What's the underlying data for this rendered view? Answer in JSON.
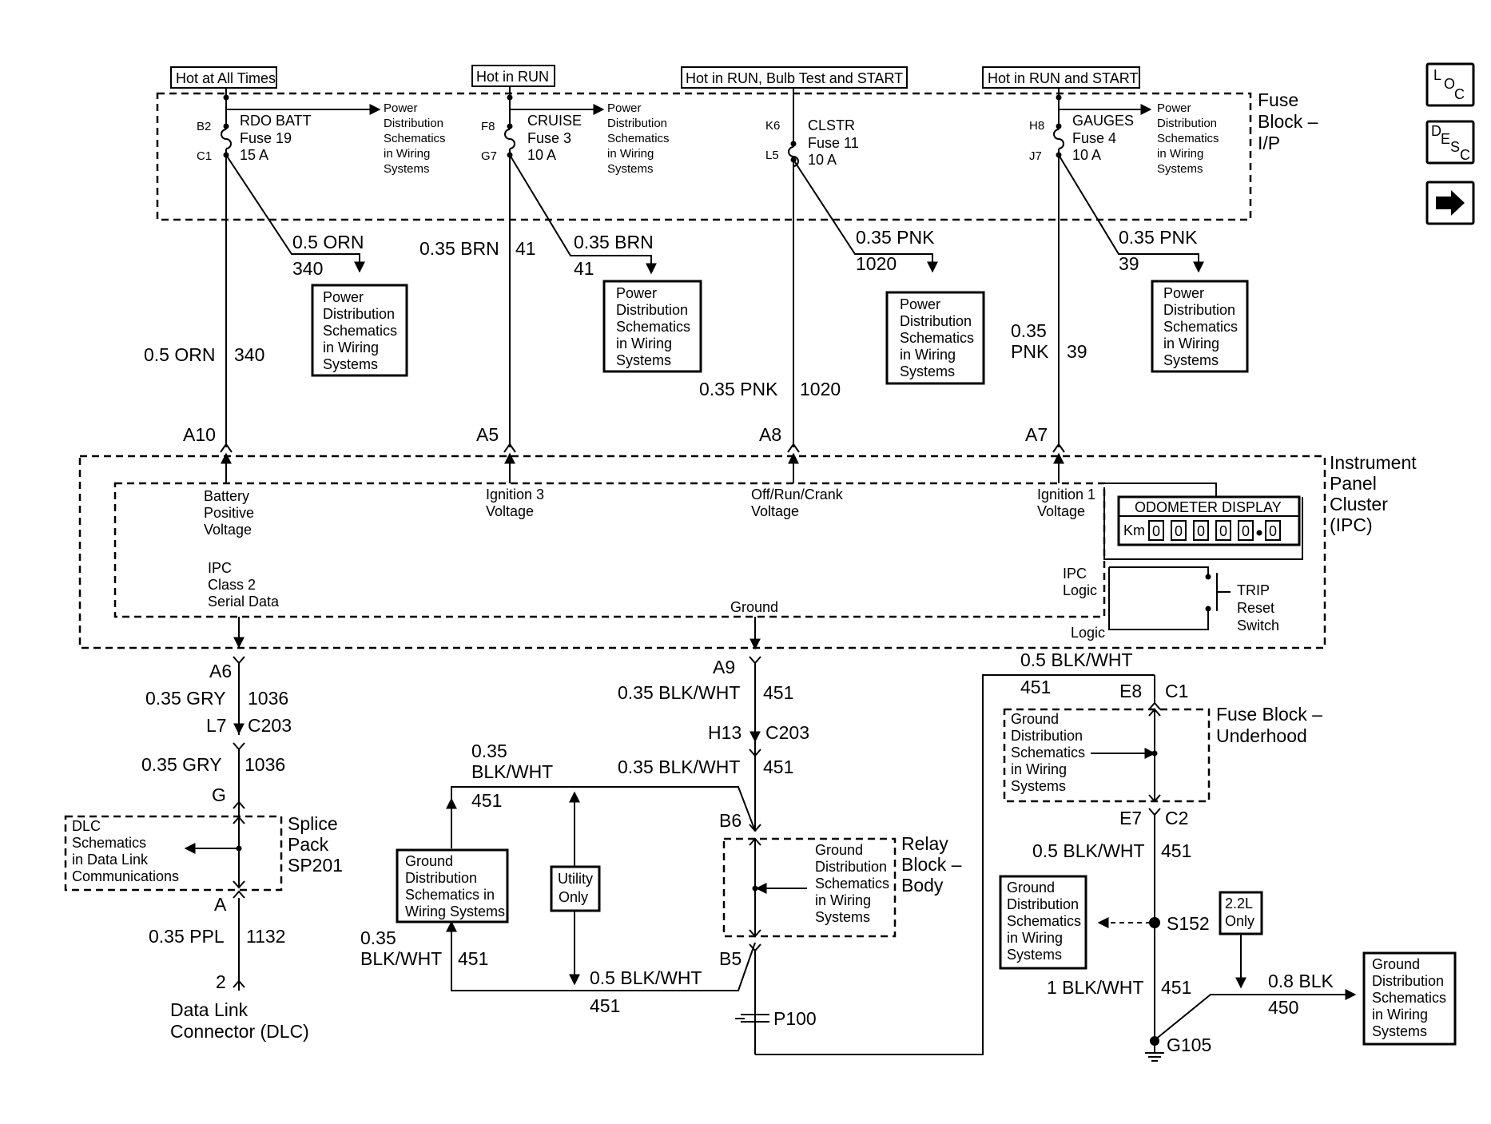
{
  "headers": {
    "hot_all_times": "Hot at All Times",
    "hot_run": "Hot in RUN",
    "hot_run_bulb_start": "Hot in RUN, Bulb Test and START",
    "hot_run_start": "Hot in RUN and START"
  },
  "fuse_block_ip": [
    "Fuse",
    "Block –",
    "I/P"
  ],
  "fuses": [
    {
      "top_pin": "B2",
      "bottom_pin": "C1",
      "name": "RDO BATT",
      "fuse": "Fuse 19",
      "amps": "15 A"
    },
    {
      "top_pin": "F8",
      "bottom_pin": "G7",
      "name": "CRUISE",
      "fuse": "Fuse 3",
      "amps": "10 A"
    },
    {
      "top_pin": "K6",
      "bottom_pin": "L5",
      "name": "CLSTR",
      "fuse": "Fuse 11",
      "amps": "10 A"
    },
    {
      "top_pin": "H8",
      "bottom_pin": "J7",
      "name": "GAUGES",
      "fuse": "Fuse 4",
      "amps": "10 A"
    }
  ],
  "power_dist_inline": [
    "Power",
    "Distribution",
    "Schematics",
    "in Wiring",
    "Systems"
  ],
  "power_dist_box": [
    "Power",
    "Distribution",
    "Schematics",
    "in Wiring",
    "Systems"
  ],
  "wires_top": {
    "w1_branch": "0.5 ORN",
    "w1_branch_num": "340",
    "w1_main": "0.5 ORN",
    "w1_main_num": "340",
    "w2_left": "0.35 BRN",
    "w2_left_num": "41",
    "w2_branch": "0.35 BRN",
    "w2_branch_num": "41",
    "w3_branch": "0.35 PNK",
    "w3_branch_num": "1020",
    "w3_main": "0.35 PNK",
    "w3_main_num": "1020",
    "w4_branch": "0.35 PNK",
    "w4_branch_num": "39",
    "w4_main_a": "0.35",
    "w4_main_b": "PNK",
    "w4_main_num": "39"
  },
  "ipc_pins": {
    "p1": "A10",
    "p2": "A5",
    "p3": "A8",
    "p4": "A7"
  },
  "ipc_inputs": {
    "batt": [
      "Battery",
      "Positive",
      "Voltage"
    ],
    "ign3": [
      "Ignition 3",
      "Voltage"
    ],
    "orc": [
      "Off/Run/Crank",
      "Voltage"
    ],
    "ign1": [
      "Ignition 1",
      "Voltage"
    ],
    "class2": [
      "IPC",
      "Class 2",
      "Serial Data"
    ],
    "ground": "Ground",
    "ipc_logic": [
      "IPC",
      "Logic"
    ],
    "logic": "Logic"
  },
  "ipc_title": [
    "Instrument",
    "Panel",
    "Cluster",
    "(IPC)"
  ],
  "odometer": {
    "title": "ODOMETER DISPLAY",
    "unit": "Km",
    "digits": [
      "0",
      "0",
      "0",
      "0",
      "0",
      "0"
    ]
  },
  "trip": [
    "TRIP",
    "Reset",
    "Switch"
  ],
  "left_branch": {
    "a6": "A6",
    "w1": "0.35 GRY",
    "w1_num": "1036",
    "l7": "L7",
    "c203": "C203",
    "w2": "0.35 GRY",
    "w2_num": "1036",
    "g": "G",
    "dlc_box": [
      "DLC",
      "Schematics",
      "in Data Link",
      "Communications"
    ],
    "splice": [
      "Splice",
      "Pack",
      "SP201"
    ],
    "a": "A",
    "w3": "0.35 PPL",
    "w3_num": "1132",
    "pin2": "2",
    "dlc": [
      "Data Link",
      "Connector (DLC)"
    ]
  },
  "mid_branch": {
    "a9": "A9",
    "w1": "0.35 BLK/WHT",
    "w1_num": "451",
    "h13": "H13",
    "c203": "C203",
    "w2": "0.35 BLK/WHT",
    "w2_num": "451",
    "top_label_a": "0.35",
    "top_label_b": "BLK/WHT",
    "top_num": "451",
    "b6": "B6",
    "b5": "B5",
    "ground_box": [
      "Ground",
      "Distribution",
      "Schematics in",
      "Wiring Systems"
    ],
    "utility": [
      "Utility",
      "Only"
    ],
    "relay_box": [
      "Ground",
      "Distribution",
      "Schematics",
      "in Wiring",
      "Systems"
    ],
    "relay": [
      "Relay",
      "Block –",
      "Body"
    ],
    "bottom_left_a": "0.35",
    "bottom_left_b": "BLK/WHT",
    "bottom_left_num": "451",
    "bottom_wire": "0.5 BLK/WHT",
    "bottom_num": "451",
    "p100": "P100"
  },
  "right_branch": {
    "top_wire": "0.5 BLK/WHT",
    "top_num": "451",
    "e8": "E8",
    "c1": "C1",
    "fb_box": [
      "Ground",
      "Distribution",
      "Schematics",
      "in Wiring",
      "Systems"
    ],
    "fb_title": [
      "Fuse Block –",
      "Underhood"
    ],
    "e7": "E7",
    "c2": "C2",
    "w2": "0.5 BLK/WHT",
    "w2_num": "451",
    "gd_box": [
      "Ground",
      "Distribution",
      "Schematics",
      "in Wiring",
      "Systems"
    ],
    "s152": "S152",
    "only22": [
      "2.2L",
      "Only"
    ],
    "w3": "1 BLK/WHT",
    "w3_num": "451",
    "w4": "0.8 BLK",
    "w4_num": "450",
    "g105": "G105",
    "far_box": [
      "Ground",
      "Distribution",
      "Schematics",
      "in Wiring",
      "Systems"
    ]
  },
  "nav": {
    "loc": [
      "L",
      "O",
      "C"
    ],
    "desc": [
      "D",
      "E",
      "S",
      "C"
    ],
    "next": "next-arrow"
  }
}
